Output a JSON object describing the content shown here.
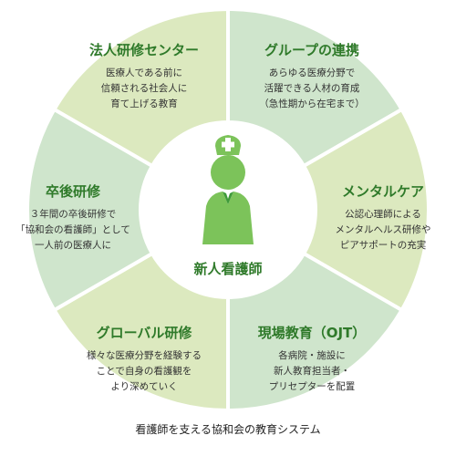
{
  "colors": {
    "light_green": "#dce9bf",
    "mint_green": "#cfe5cc",
    "title_green": "#2f7a2a",
    "nurse_green": "#7cc35a",
    "nurse_dark": "#3f9a3a",
    "divider": "#ffffff"
  },
  "center": {
    "label": "新人看護師",
    "icon": "nurse-icon"
  },
  "segments": [
    {
      "title": "法人研修センター",
      "desc": [
        "医療人である前に",
        "信頼される社会人に",
        "育て上げる教育"
      ]
    },
    {
      "title": "グループの連携",
      "desc": [
        "あらゆる医療分野で",
        "活躍できる人材の育成",
        "（急性期から在宅まで）"
      ]
    },
    {
      "title": "メンタルケア",
      "desc": [
        "公認心理師による",
        "メンタルヘルス研修や",
        "ピアサポートの充実"
      ]
    },
    {
      "title": "現場教育（OJT）",
      "desc": [
        "各病院・施設に",
        "新人教育担当者・",
        "プリセプターを配置"
      ]
    },
    {
      "title": "グローバル研修",
      "desc": [
        "様々な医療分野を経験する",
        "ことで自身の看護観を",
        "より深めていく"
      ]
    },
    {
      "title": "卒後研修",
      "desc": [
        "３年間の卒後研修で",
        "「協和会の看護師」として",
        "一人前の医療人に"
      ]
    }
  ],
  "caption": "看護師を支える協和会の教育システム"
}
